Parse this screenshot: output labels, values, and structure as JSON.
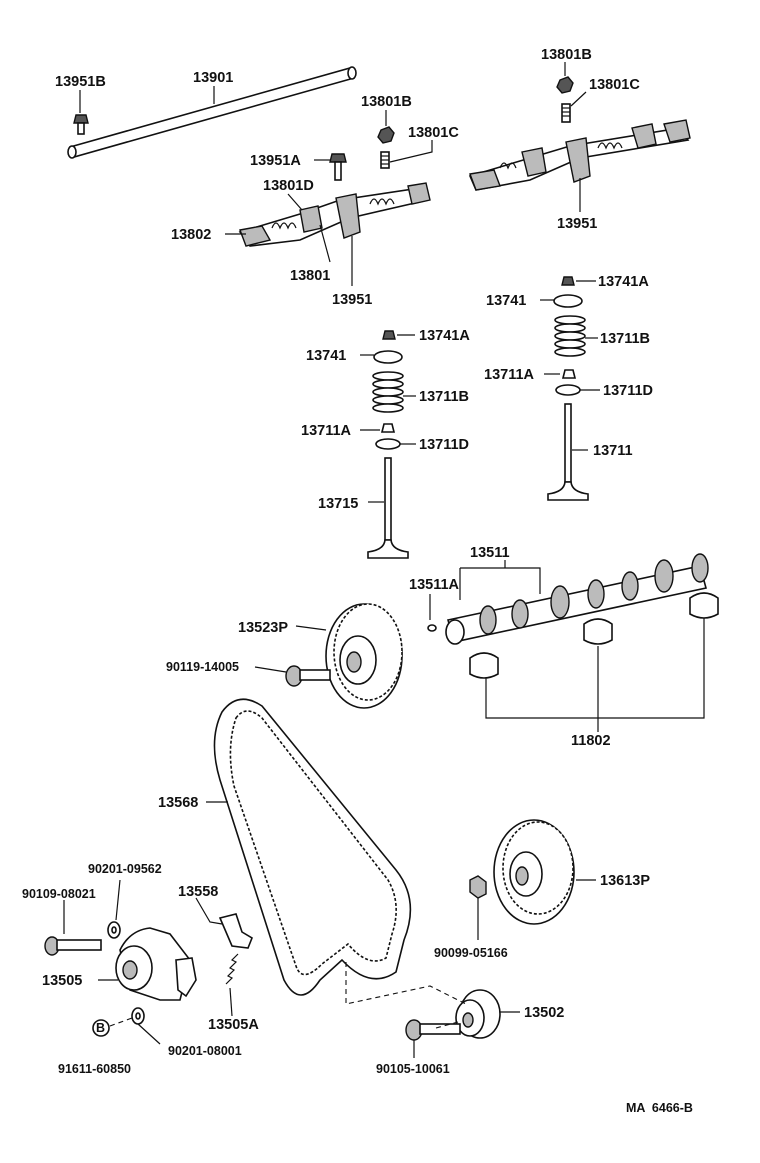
{
  "diagram": {
    "labels": {
      "l13951B": "13951B",
      "l13901": "13901",
      "l13801B_top": "13801B",
      "l13801C_top": "13801C",
      "l13801B_mid": "13801B",
      "l13801C_mid": "13801C",
      "l13951A": "13951A",
      "l13801D": "13801D",
      "l13802": "13802",
      "l13801": "13801",
      "l13951_left": "13951",
      "l13951_right": "13951",
      "l13741A_r": "13741A",
      "l13741_r": "13741",
      "l13711B_r": "13711B",
      "l13711A_r": "13711A",
      "l13711D_r": "13711D",
      "l13711": "13711",
      "l13741A_l": "13741A",
      "l13741_l": "13741",
      "l13711B_l": "13711B",
      "l13711A_l": "13711A",
      "l13711D_l": "13711D",
      "l13715": "13715",
      "l13511": "13511",
      "l13511A": "13511A",
      "l13523P": "13523P",
      "l90119": "90119-14005",
      "l11802": "11802",
      "l13568": "13568",
      "l90201_09562": "90201-09562",
      "l90109": "90109-08021",
      "l13558": "13558",
      "l13613P": "13613P",
      "l90099": "90099-05166",
      "l13505": "13505",
      "l13505A": "13505A",
      "l13502": "13502",
      "l90201_08001": "90201-08001",
      "lB": "B",
      "l91611": "91611-60850",
      "l90105": "90105-10061",
      "footer": "MA  6466-B"
    }
  }
}
